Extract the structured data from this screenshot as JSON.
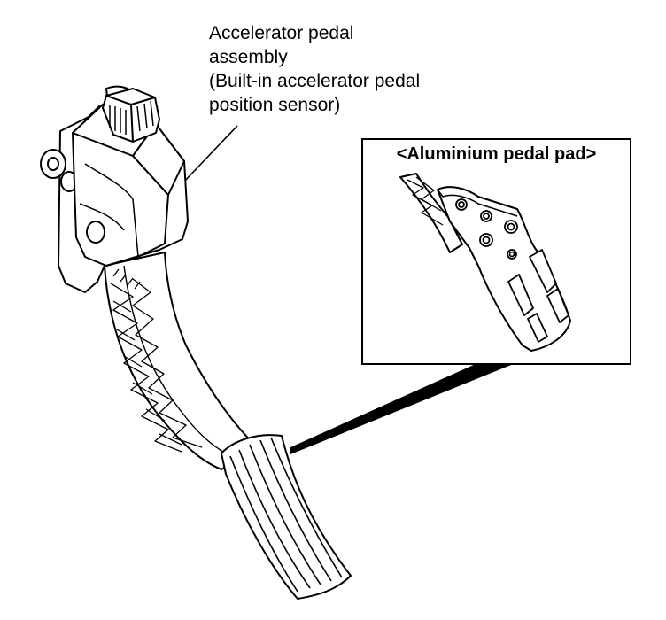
{
  "callout": {
    "line1": "Accelerator pedal",
    "line2": "assembly",
    "line3": "(Built-in accelerator pedal",
    "line4": "position sensor)"
  },
  "inset": {
    "title": "<Aluminium pedal pad>"
  }
}
